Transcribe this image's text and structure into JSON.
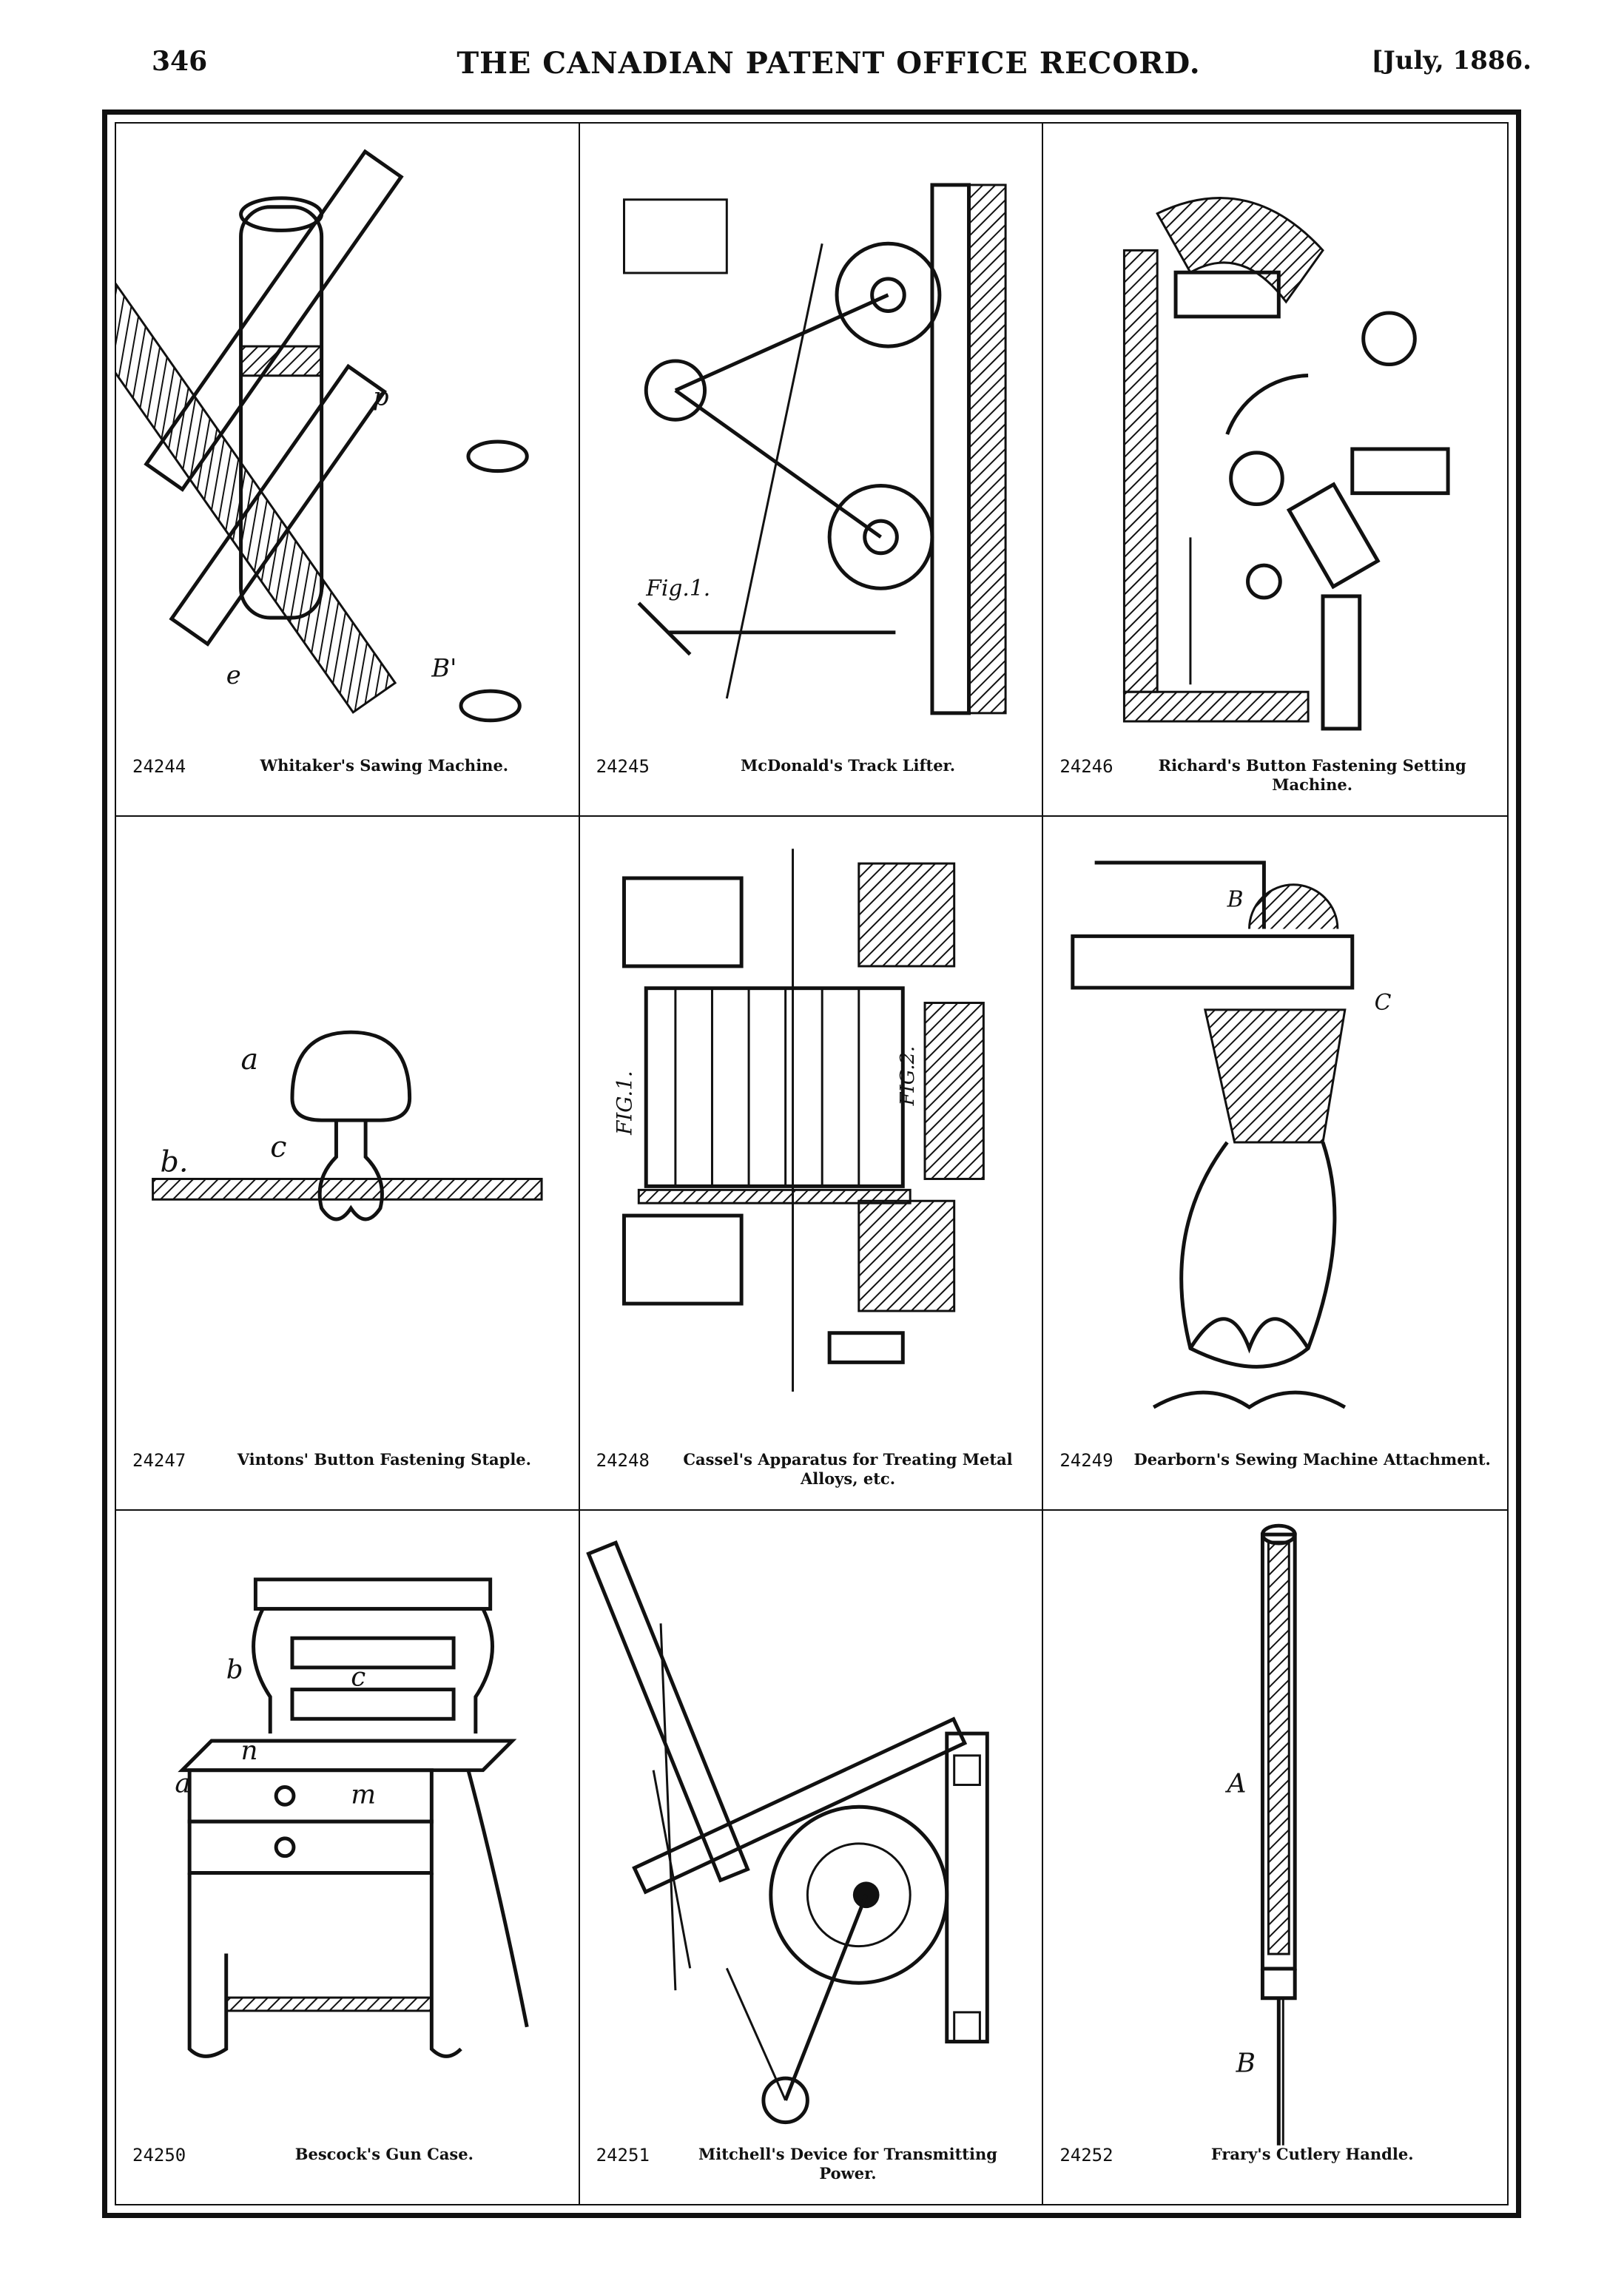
{
  "header": {
    "page_number": "346",
    "journal_title": "THE CANADIAN PATENT OFFICE RECORD.",
    "issue_date": "[July, 1886."
  },
  "patents": [
    {
      "number": "24244",
      "title": "Whitaker's Sawing Machine."
    },
    {
      "number": "24245",
      "title": "McDonald's Track Lifter."
    },
    {
      "number": "24246",
      "title": "Richard's Button Fastening Setting Machine."
    },
    {
      "number": "24247",
      "title": "Vintons' Button Fastening Staple."
    },
    {
      "number": "24248",
      "title": "Cassel's Apparatus for Treating Metal Alloys, etc."
    },
    {
      "number": "24249",
      "title": "Dearborn's Sewing Machine Attachment."
    },
    {
      "number": "24250",
      "title": "Bescock's Gun Case."
    },
    {
      "number": "24251",
      "title": "Mitchell's Device for Transmitting Power."
    },
    {
      "number": "24252",
      "title": "Frary's Cutlery Handle."
    }
  ],
  "figure_labels": {
    "staple": {
      "a": "a",
      "b": "b.",
      "c": "c"
    },
    "gun_case": {
      "b": "b",
      "c": "c",
      "m": "m",
      "a": "a",
      "n": "n"
    },
    "cutlery": {
      "a": "A",
      "b": "B"
    },
    "cassel": {
      "fig1": "FIG.1.",
      "fig2": "FIG.2."
    }
  }
}
